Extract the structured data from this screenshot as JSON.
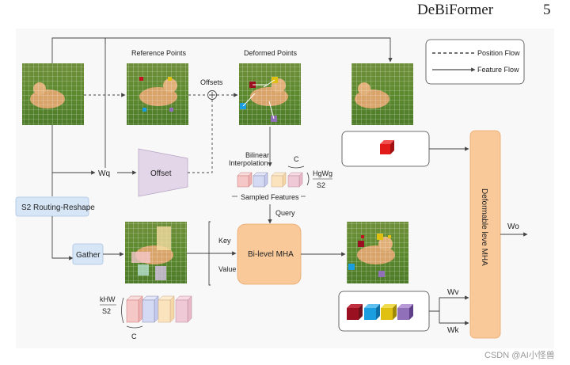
{
  "header": {
    "title": "DeBiFormer",
    "page": "5"
  },
  "legend": {
    "position_flow": "Position Flow",
    "feature_flow": "Feature Flow"
  },
  "labels": {
    "reference_points": "Reference Points",
    "deformed_points": "Deformed Points",
    "offsets": "Offsets",
    "wq": "Wq",
    "offset_block": "Offset",
    "bilinear": "Bilinear",
    "interpolation": "Interpolation",
    "c_top": "C",
    "hw_num": "HgWg",
    "hw_den": "S2",
    "sampled_features": "Sampled Features",
    "query": "Query",
    "routing": "S2 Routing-Reshape",
    "gather": "Gather",
    "key": "Key",
    "value": "Value",
    "bilevel": "Bi-level MHA",
    "khw_num": "kHW",
    "khw_den": "S2",
    "c_bottom": "C",
    "deformable": "Deformable leve MHA",
    "wo": "Wo",
    "wv": "Wv",
    "wk": "Wk",
    "watermark": "CSDN @AI小怪兽"
  },
  "colors": {
    "offset_block": "#e3d6e8",
    "routing_block": "#d7e6f7",
    "gather_block": "#d7e6f7",
    "bilevel_block": "#f9c99a",
    "deformable_block": "#f9c99a",
    "cube_red": "#e11a1a",
    "cube_dark_red": "#9b1020",
    "cube_blue": "#1a9ee0",
    "cube_yellow": "#e0c010",
    "cube_purple": "#9070b8"
  }
}
